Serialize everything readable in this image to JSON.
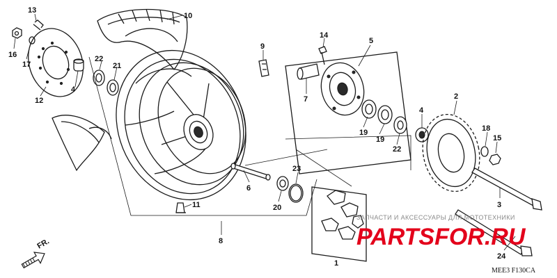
{
  "callouts": {
    "c1": "1",
    "c2": "2",
    "c3": "3",
    "c4a": "4",
    "c4b": "4",
    "c5": "5",
    "c6": "6",
    "c7": "7",
    "c8": "8",
    "c9": "9",
    "c10": "10",
    "c11": "11",
    "c12": "12",
    "c13": "13",
    "c14": "14",
    "c15": "15",
    "c16": "16",
    "c17": "17",
    "c18": "18",
    "c19a": "19",
    "c19b": "19",
    "c20": "20",
    "c21": "21",
    "c22a": "22",
    "c22b": "22",
    "c23": "23",
    "c24": "24"
  },
  "direction_label": "FR.",
  "diagram_code": "MEE3  F130CA",
  "watermark": {
    "tagline": "ЗАПЧАСТИ И АКСЕССУАРЫ ДЛЯ МОТОТЕХНИКИ",
    "logo_part1": "PARTS",
    "logo_part2": "FOR.RU",
    "color_primary": "#e3001b",
    "color_secondary": "#b0b0b0"
  },
  "colors": {
    "ink": "#1a1a1a",
    "background": "#ffffff"
  }
}
